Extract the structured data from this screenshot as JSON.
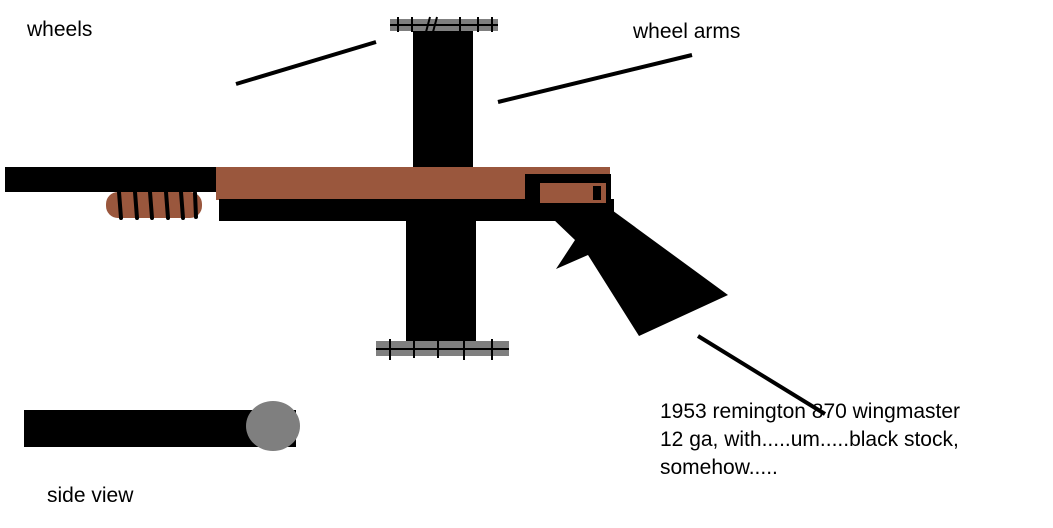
{
  "labels": {
    "wheels": "wheels",
    "wheel_arms": "wheel arms",
    "side_view": "side view",
    "description": [
      "1953 remington 870 wingmaster",
      "12 ga, with.....um.....black stock,",
      "somehow....."
    ]
  },
  "colors": {
    "ink": "#000000",
    "wood": "#9a573d",
    "tread": "#7f7f7f",
    "background": "#ffffff"
  }
}
